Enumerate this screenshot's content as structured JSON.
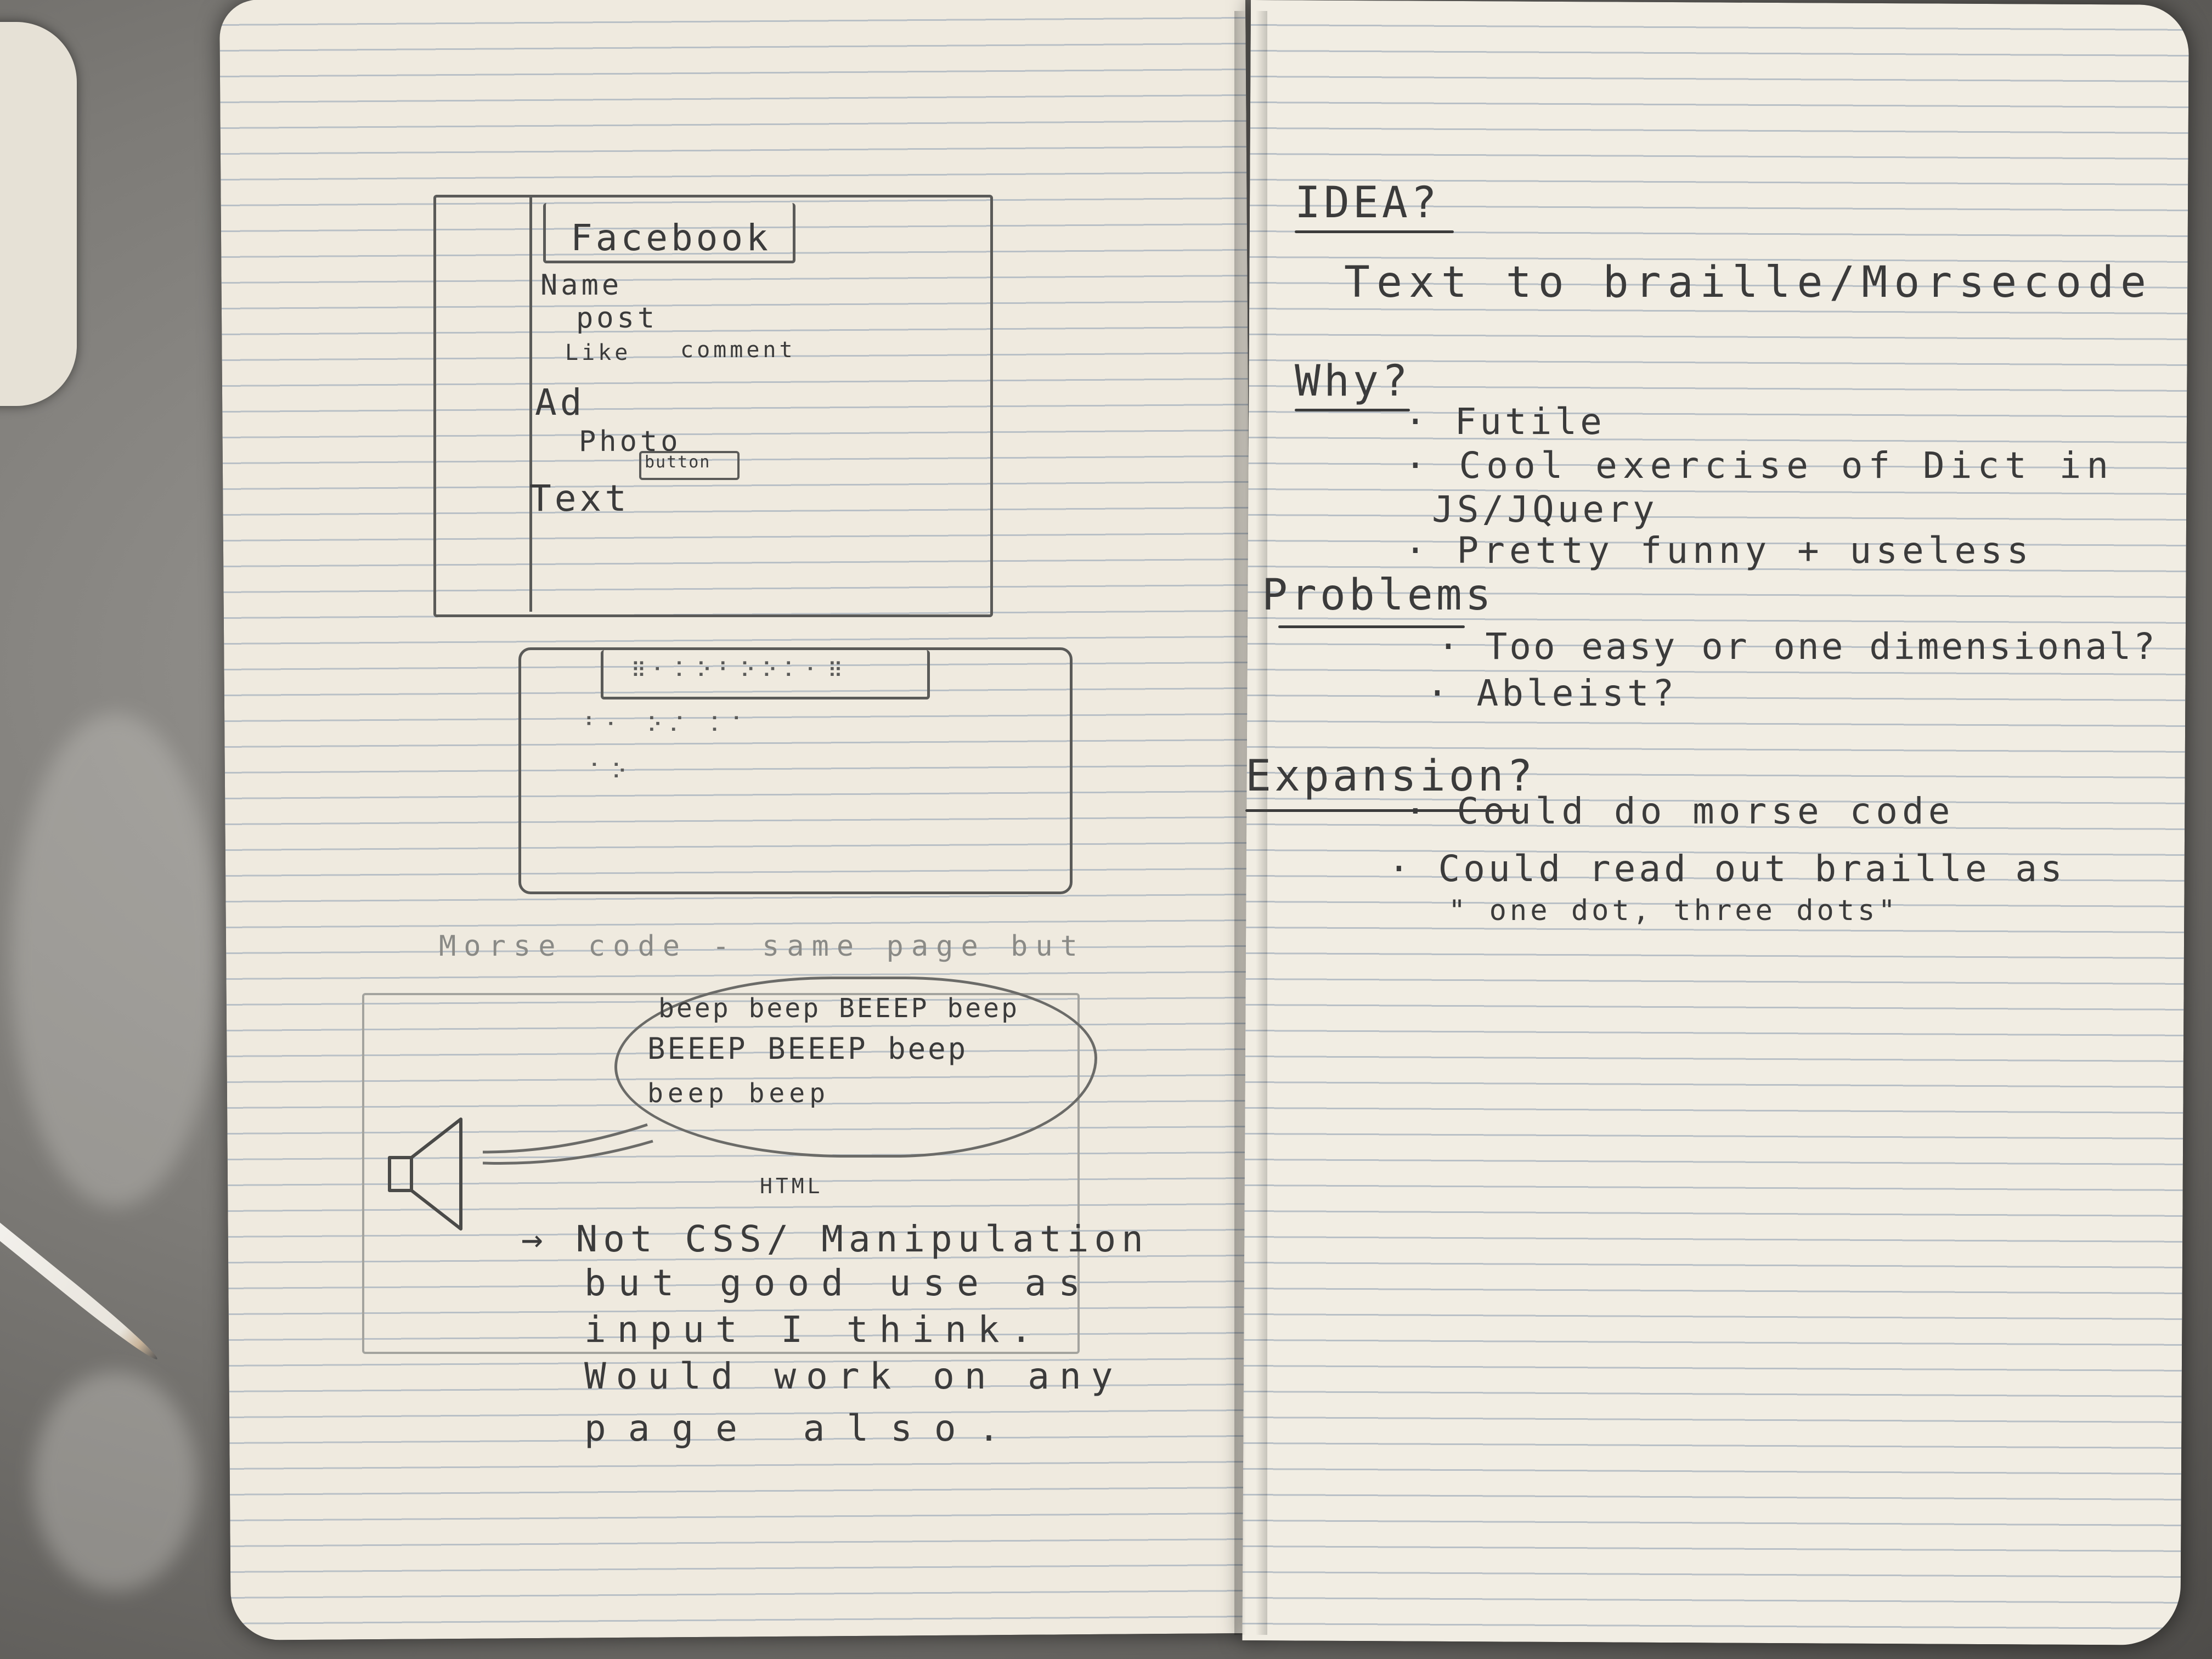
{
  "left_page": {
    "sketch1": {
      "title": "Facebook",
      "name": "Name",
      "post": "post",
      "like": "Like",
      "comment": "comment",
      "ad": "Ad",
      "photo": "Photo",
      "button": "button",
      "text": "Text"
    },
    "sketch3": {
      "heading": "Morse code - same page but",
      "bubble_line1": "beep beep BEEEP beep",
      "bubble_line2": "BEEEP BEEEP beep",
      "bubble_line3": "beep beep"
    },
    "notes": {
      "html_label": "HTML",
      "line1": "→ Not CSS/ Manipulation",
      "line2": "but good use as",
      "line3": "input I think.",
      "line4": "Would work on any",
      "line5": "page also."
    }
  },
  "right_page": {
    "idea_heading": "IDEA?",
    "idea": "Text to braille/Morsecode",
    "why_heading": "Why?",
    "why_items": [
      "· Futile",
      "· Cool exercise of Dict in",
      "JS/JQuery",
      "· Pretty funny + useless"
    ],
    "problems_heading": "Problems",
    "problems_items": [
      "· Too easy or one dimensional?",
      "· Ableist?"
    ],
    "expansion_heading": "Expansion?",
    "expansion_items": [
      "· Could do morse code",
      "· Could read out braille as",
      "\" one dot, three dots\""
    ]
  }
}
